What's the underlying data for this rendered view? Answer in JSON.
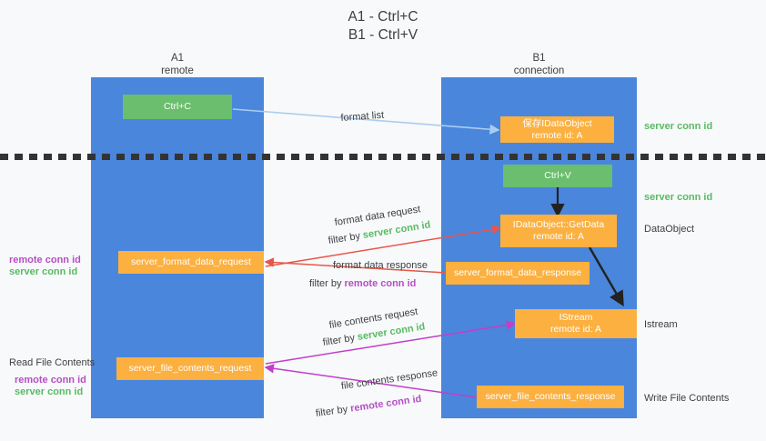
{
  "title": {
    "line1": "A1 - Ctrl+C",
    "line2": "B1 - Ctrl+V"
  },
  "colors": {
    "lane": "#4a86dc",
    "green_box": "#6abe6e",
    "orange_box": "#fbb040",
    "server_conn_id": "#57bb63",
    "remote_conn_id": "#b54fc4",
    "arrow_blue": "#a9cdf0",
    "arrow_black": "#222222",
    "arrow_red": "#e8564a",
    "arrow_magenta": "#c13fc9",
    "separator": "#333333",
    "background": "#f8f9fa"
  },
  "lanes": [
    {
      "name": "A1",
      "sub": "remote"
    },
    {
      "name": "B1",
      "sub": "connection"
    }
  ],
  "boxes": {
    "ctrl_c": "Ctrl+C",
    "ctrl_v": "Ctrl+V",
    "save_idataobject_l1": "保存IDataObject",
    "save_idataobject_l2": "remote id: A",
    "getdata_l1": "IDataObject::GetData",
    "getdata_l2": "remote id: A",
    "istream_l1": "IStream",
    "istream_l2": "remote id: A",
    "server_format_data_request": "server_format_data_request",
    "server_format_data_response": "server_format_data_response",
    "server_file_contents_request": "server_file_contents_request",
    "server_file_contents_response": "server_file_contents_response"
  },
  "annotations": {
    "format_list": "format list",
    "format_data_request": "format data request",
    "format_data_request_filter_prefix": "filter by ",
    "format_data_request_filter_value": "server conn id",
    "format_data_response": "format data response",
    "format_data_response_filter_prefix": "filter by ",
    "format_data_response_filter_value": "remote conn id",
    "file_contents_request": "file contents request",
    "file_contents_request_filter_prefix": "filter by ",
    "file_contents_request_filter_value": "server conn id",
    "file_contents_response": "file contents response",
    "file_contents_response_filter_prefix": "filter by ",
    "file_contents_response_filter_value": "remote conn id"
  },
  "right_labels": {
    "server_conn_id_top": "server conn id",
    "server_conn_id_mid": "server conn id",
    "dataobject": "DataObject",
    "istream": "Istream",
    "write_file_contents": "Write File Contents"
  },
  "left_labels": {
    "remote_conn_id_mid": "remote conn id",
    "server_conn_id_mid": "server conn id",
    "read_file_contents": "Read File Contents",
    "remote_conn_id_bottom": "remote conn id",
    "server_conn_id_bottom": "server conn id"
  }
}
